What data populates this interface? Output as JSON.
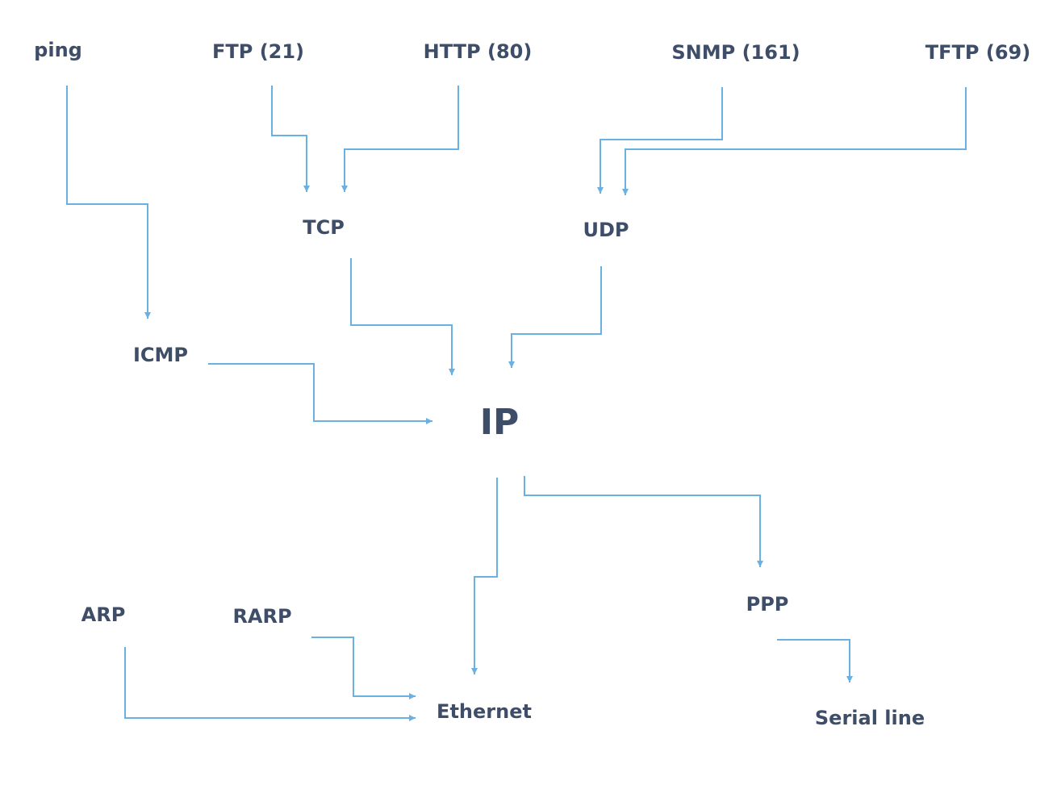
{
  "diagram": {
    "nodes": {
      "ping": "ping",
      "ftp": "FTP (21)",
      "http": "HTTP (80)",
      "snmp": "SNMP (161)",
      "tftp": "TFTP (69)",
      "tcp": "TCP",
      "udp": "UDP",
      "icmp": "ICMP",
      "ip": "IP",
      "arp": "ARP",
      "rarp": "RARP",
      "ethernet": "Ethernet",
      "ppp": "PPP",
      "serial": "Serial line"
    },
    "edges": [
      {
        "from": "ping",
        "to": "icmp"
      },
      {
        "from": "ftp",
        "to": "tcp"
      },
      {
        "from": "http",
        "to": "tcp"
      },
      {
        "from": "snmp",
        "to": "udp"
      },
      {
        "from": "tftp",
        "to": "udp"
      },
      {
        "from": "tcp",
        "to": "ip"
      },
      {
        "from": "udp",
        "to": "ip"
      },
      {
        "from": "icmp",
        "to": "ip"
      },
      {
        "from": "ip",
        "to": "ethernet"
      },
      {
        "from": "ip",
        "to": "ppp"
      },
      {
        "from": "arp",
        "to": "ethernet"
      },
      {
        "from": "rarp",
        "to": "ethernet"
      },
      {
        "from": "ppp",
        "to": "serial"
      }
    ],
    "colors": {
      "text": "#3f4e68",
      "line": "#6ab0e2"
    }
  }
}
